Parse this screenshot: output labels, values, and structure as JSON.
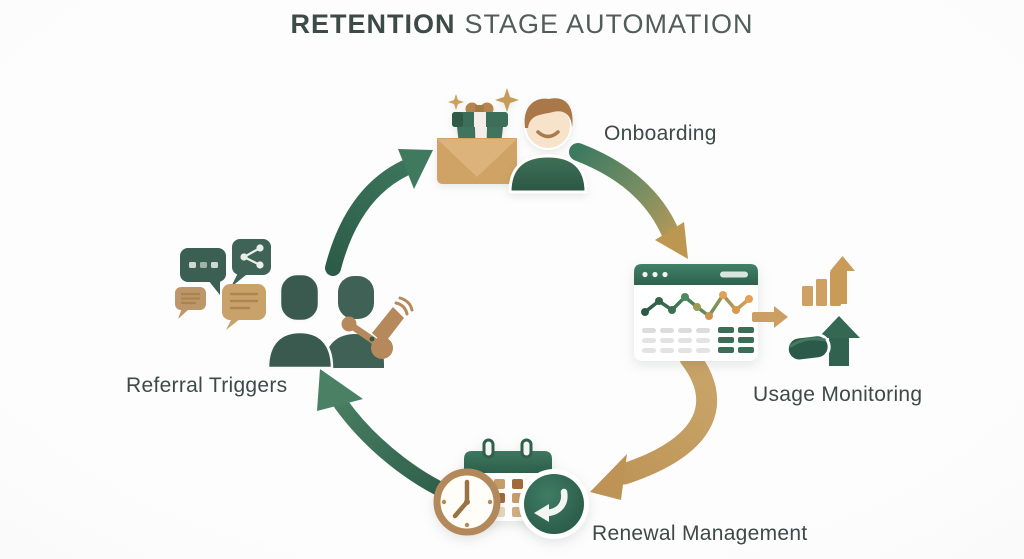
{
  "title": {
    "emphasis": "RETENTION",
    "rest": "STAGE AUTOMATION"
  },
  "diagram": {
    "type": "circular-flow",
    "direction": "clockwise",
    "stages": [
      {
        "label": "Onboarding",
        "position": "top",
        "icons": [
          "gift-envelope-icon",
          "new-customer-icon",
          "sparkle-icon"
        ]
      },
      {
        "label": "Usage Monitoring",
        "position": "right",
        "icons": [
          "analytics-window-icon",
          "flow-arrow-icon",
          "growth-bars-icon",
          "usage-trend-icon"
        ]
      },
      {
        "label": "Renewal Management",
        "position": "bottom",
        "icons": [
          "clock-icon",
          "calendar-icon",
          "renewal-arrow-badge-icon"
        ]
      },
      {
        "label": "Referral Triggers",
        "position": "left",
        "icons": [
          "typing-bubble-icon",
          "share-bubble-icon",
          "message-bubble-icon",
          "referrers-icon",
          "megaphone-icon"
        ]
      }
    ],
    "connections": [
      {
        "from": "Referral Triggers",
        "to": "Onboarding"
      },
      {
        "from": "Onboarding",
        "to": "Usage Monitoring"
      },
      {
        "from": "Usage Monitoring",
        "to": "Renewal Management"
      },
      {
        "from": "Renewal Management",
        "to": "Referral Triggers"
      }
    ]
  },
  "colors": {
    "deep_green": "#2d5f4c",
    "green": "#3f7a5f",
    "gold": "#c49a5e",
    "tan": "#b5895c",
    "title_text": "#3e4a47",
    "label_text": "#3d4a47",
    "background": "#f2f3f2",
    "window_header": "#35705a",
    "chart_orange": "#df9e52",
    "skin": "#f7e2ca",
    "hair_brown": "#aa7748"
  }
}
